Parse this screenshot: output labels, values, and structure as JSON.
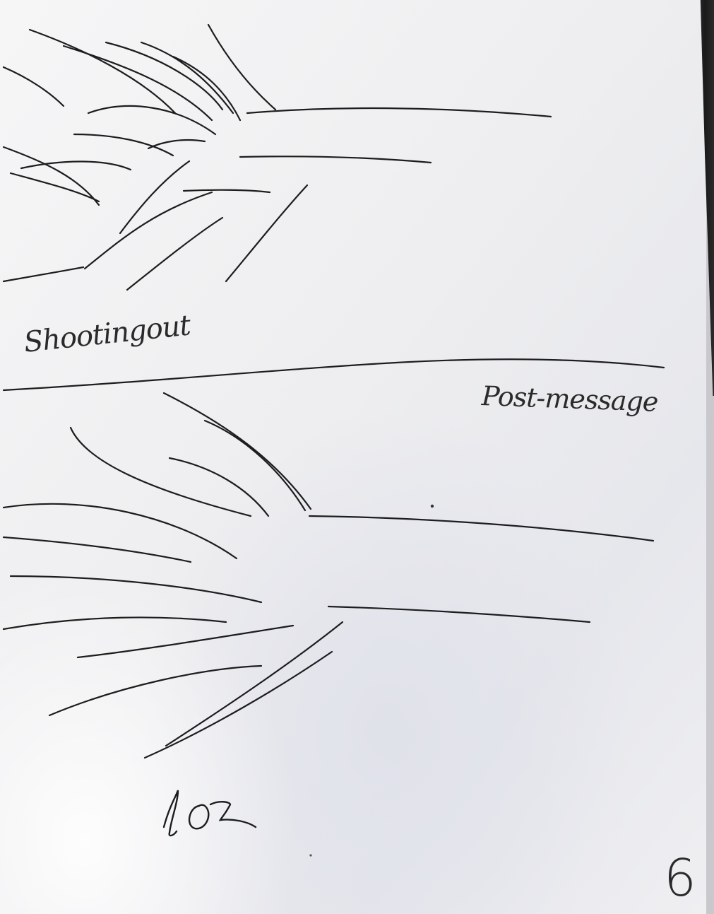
{
  "sheet": {
    "labels": {
      "shooting_out": "Shootingout",
      "post_message": "Post-message",
      "initials": "lOz",
      "page_number": "6"
    }
  }
}
